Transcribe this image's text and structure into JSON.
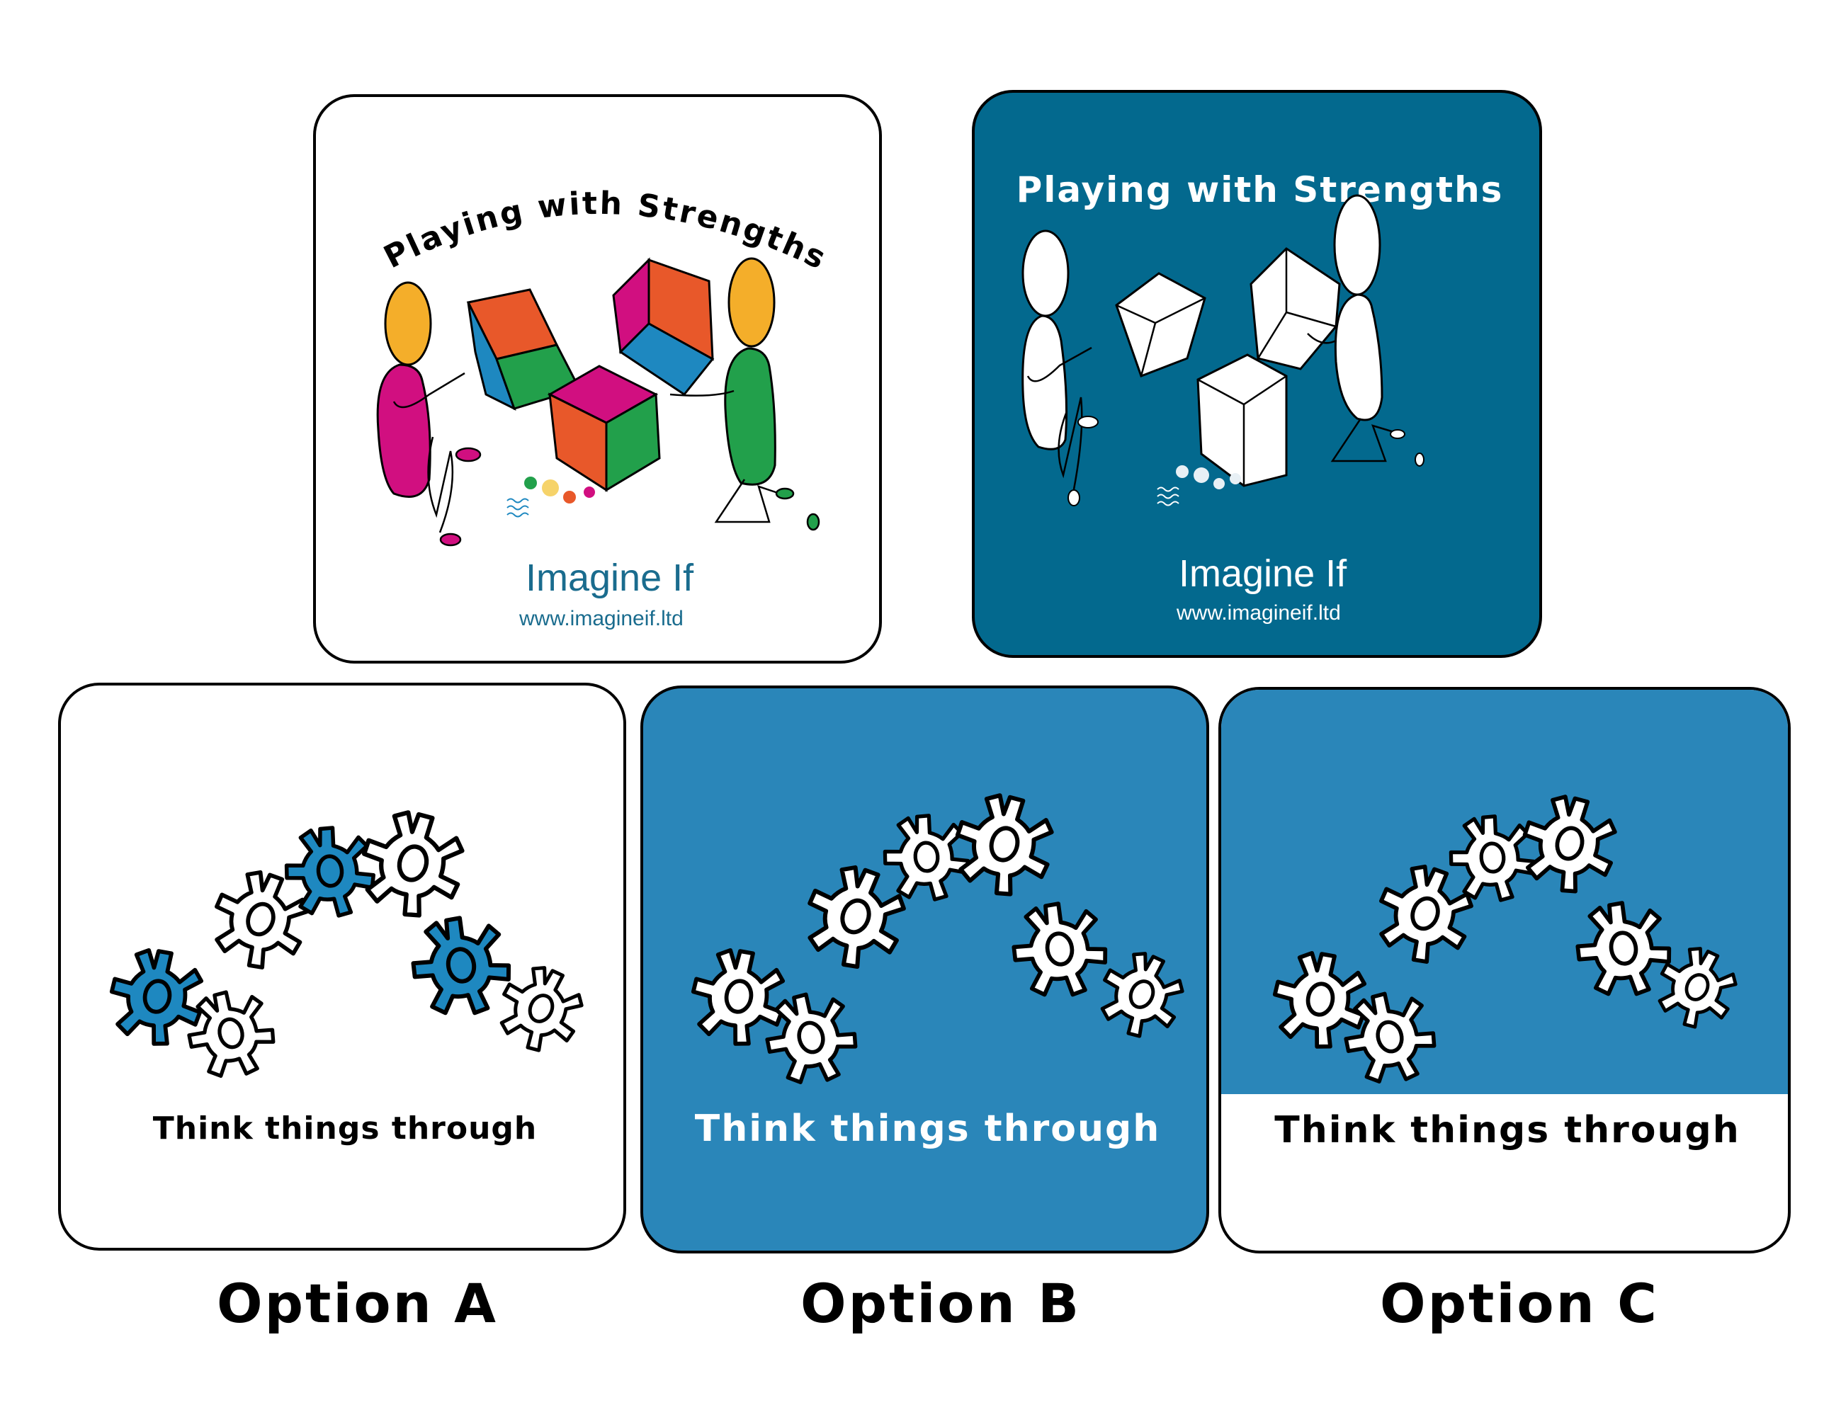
{
  "colors": {
    "dark_teal": "#03698e",
    "card_blue": "#2a86b9",
    "gear_blue": "#1e88c0",
    "logo_teal": "#1a6c8e",
    "orange": "#e8582a",
    "green": "#22a04b",
    "magenta": "#d10f80",
    "yellow": "#f4ae2a",
    "cube_blue": "#1e88c0"
  },
  "cover_cards": [
    {
      "variant": "color",
      "title": "Playing with Strengths",
      "logo": {
        "name": "Imagine If",
        "url": "www.imagineif.ltd"
      }
    },
    {
      "variant": "dark",
      "title": "Playing with Strengths",
      "logo": {
        "name": "Imagine If",
        "url": "www.imagineif.ltd"
      }
    }
  ],
  "option_cards": [
    {
      "label": "Option A",
      "caption": "Think things through",
      "style": "white background, mixed blue and white gears"
    },
    {
      "label": "Option B",
      "caption": "Think things through",
      "style": "blue background, white gears, white caption"
    },
    {
      "label": "Option C",
      "caption": "Think things through",
      "style": "blue top panel, white bottom caption band"
    }
  ],
  "icons": {
    "gears": "gear-cluster-icon",
    "people_with_cubes": "people-building-blocks-illustration",
    "logo_dots": "imagine-if-logo-dots"
  }
}
